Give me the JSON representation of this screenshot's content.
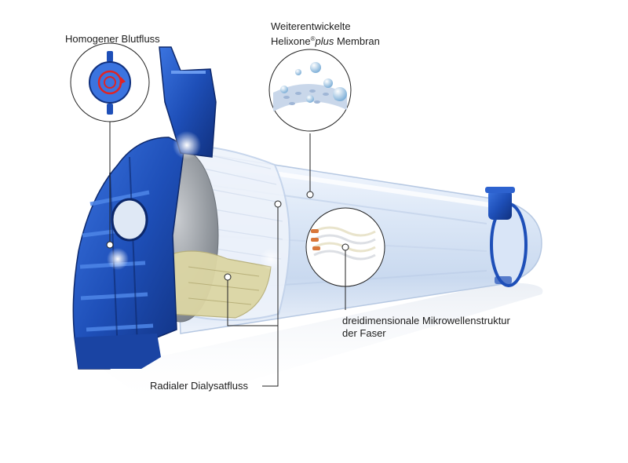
{
  "labels": {
    "blood_flow": "Homogener Blutfluss",
    "membrane_line1": "Weiterentwickelte",
    "membrane_brand": "Helixone",
    "membrane_reg": "®",
    "membrane_plus": "plus",
    "membrane_suffix": " Membran",
    "fiber_line1": "dreidimensionale Mikrowellenstruktur",
    "fiber_line2": "der Faser",
    "dialysate_flow": "Radialer Dialysatfluss"
  },
  "colors": {
    "housing_blue": "#1e4fb8",
    "housing_dark": "#10307e",
    "tube_light": "#e8f0fb",
    "fiber_bundle": "#9ea3a8",
    "potting_yellow": "#dcd6a4",
    "callout_line": "#222222",
    "marker_dot": "#ffffff"
  }
}
